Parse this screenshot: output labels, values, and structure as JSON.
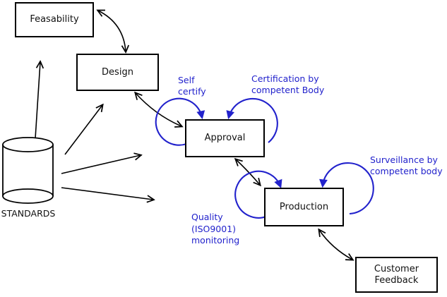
{
  "diagram": {
    "boxes": {
      "feasability": {
        "label": "Feasability"
      },
      "design": {
        "label": "Design"
      },
      "approval": {
        "label": "Approval"
      },
      "production": {
        "label": "Production"
      },
      "customer_feedback": {
        "line1": "Customer",
        "line2": "Feedback"
      }
    },
    "datastore": {
      "label": "STANDARDS"
    },
    "annotations": {
      "self_certify": {
        "line1": "Self",
        "line2": "certify"
      },
      "certification": {
        "line1": "Certification by",
        "line2": "competent Body"
      },
      "surveillance": {
        "line1": "Surveillance by",
        "line2": "competent body"
      },
      "quality": {
        "line1": "Quality",
        "line2": "(ISO9001)",
        "line3": "monitoring"
      }
    },
    "colors": {
      "annotation_blue": "#2222cc",
      "line_black": "#000000",
      "background": "#ffffff"
    }
  }
}
